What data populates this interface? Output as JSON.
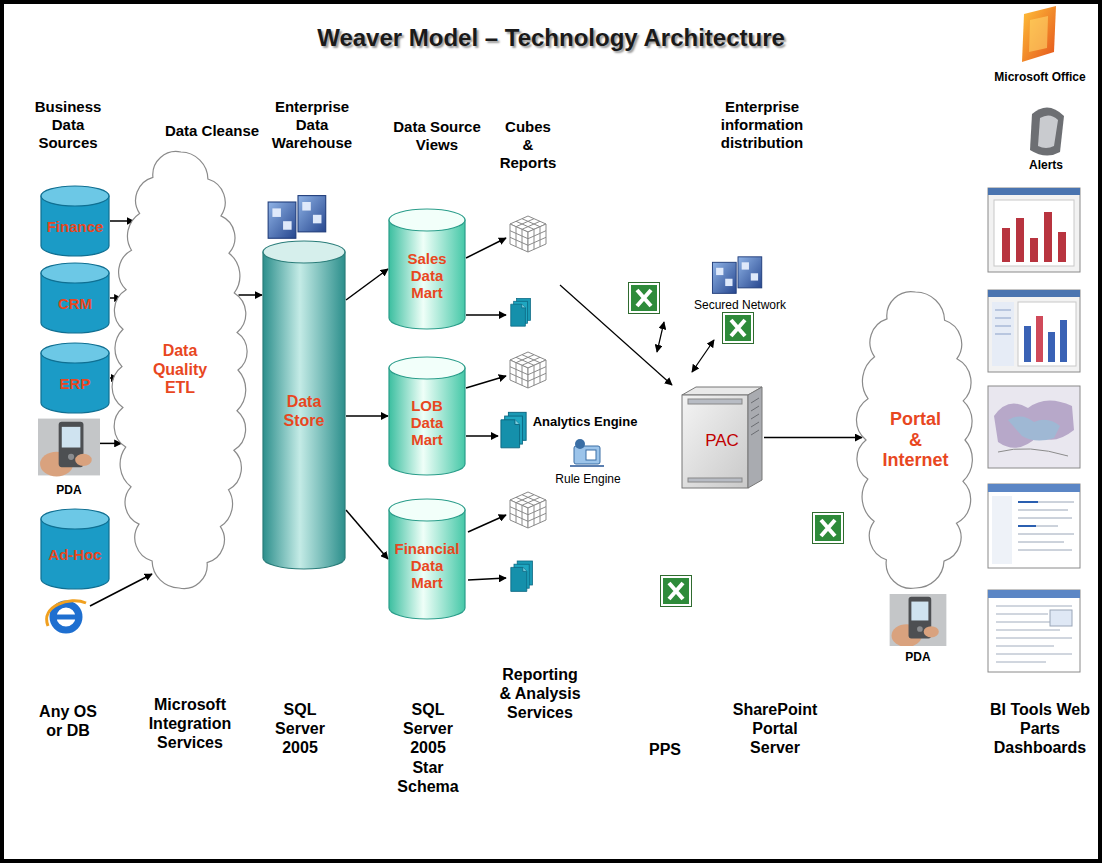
{
  "diagram": {
    "title": "Weaver Model – Technology Architecture",
    "nodes": [
      {
        "text": [
          "Finance"
        ]
      },
      {
        "text": [
          "CRM"
        ]
      },
      {
        "text": [
          "ERP"
        ]
      },
      {
        "text": [
          "PDA"
        ]
      },
      {
        "text": [
          "Ad-Hoc"
        ]
      },
      {
        "text": [
          "Data Quality ETL"
        ]
      },
      {
        "text": [
          "Data Store"
        ]
      },
      {
        "text": [
          "Sales Data Mart"
        ]
      },
      {
        "text": [
          "LOB Data Mart"
        ]
      },
      {
        "text": [
          "Financial Data Mart"
        ]
      },
      {
        "text": [
          "PAC"
        ]
      },
      {
        "text": [
          "Portal & Internet"
        ]
      }
    ],
    "edges": [
      {
        "from": 0,
        "to": 5,
        "arrow": "to"
      },
      {
        "from": 1,
        "to": 5,
        "arrow": "to"
      },
      {
        "from": 2,
        "to": 5,
        "arrow": "to"
      },
      {
        "from": 3,
        "to": 5,
        "arrow": "to"
      },
      {
        "from": 5,
        "to": 6,
        "arrow": "to"
      },
      {
        "from": 6,
        "to": 7,
        "arrow": "to"
      },
      {
        "from": 6,
        "to": 8,
        "arrow": "to"
      },
      {
        "from": 6,
        "to": 9,
        "arrow": "to"
      },
      {
        "from": 10,
        "to": 11,
        "arrow": "to"
      }
    ],
    "labels": [
      "Business Data Sources",
      "Data Cleanse",
      "Enterprise Data Warehouse",
      "Data Source Views",
      "Cubes & Reports",
      "Enterprise information distribution",
      "Microsoft Office",
      "Alerts",
      "Secured Network",
      "Analytics Engine",
      "Rule Engine",
      "PDA",
      "Any OS or DB",
      "Microsoft Integration Services",
      "SQL Server 2005",
      "SQL Server 2005 Star Schema",
      "Reporting & Analysis Services",
      "PPS",
      "SharePoint Portal Server",
      "BI Tools Web Parts Dashboards"
    ]
  }
}
